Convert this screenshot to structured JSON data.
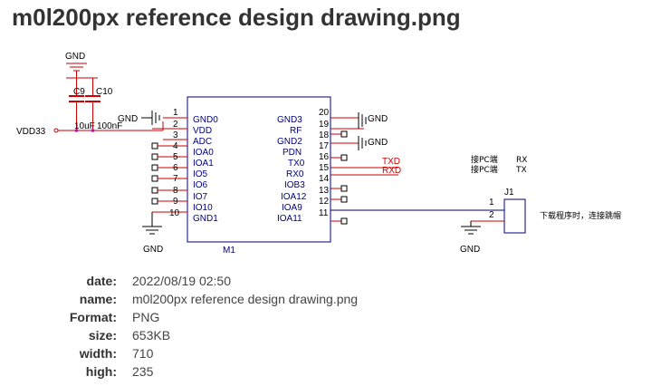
{
  "page": {
    "title": "m0l200px reference design drawing.png"
  },
  "schematic": {
    "power": {
      "gnd_top": "GND",
      "gnd_pin1": "GND",
      "gnd_pin19": "GND",
      "gnd_pin17": "GND",
      "gnd_bottom_left": "GND",
      "gnd_bottom_right": "GND",
      "vdd": "VDD33"
    },
    "capacitors": {
      "c9_ref": "C9",
      "c10_ref": "C10",
      "c9_value": "10uF",
      "c10_value": "100nF"
    },
    "module": {
      "ref": "M1",
      "left_pins": [
        {
          "num": "1",
          "name": "GND0"
        },
        {
          "num": "2",
          "name": "VDD"
        },
        {
          "num": "3",
          "name": "ADC"
        },
        {
          "num": "4",
          "name": "IOA0"
        },
        {
          "num": "5",
          "name": "IOA1"
        },
        {
          "num": "6",
          "name": "IO5"
        },
        {
          "num": "7",
          "name": "IO6"
        },
        {
          "num": "8",
          "name": "IO7"
        },
        {
          "num": "9",
          "name": "IO10"
        },
        {
          "num": "10",
          "name": "GND1"
        }
      ],
      "right_pins": [
        {
          "num": "20",
          "name": "GND3"
        },
        {
          "num": "19",
          "name": "RF"
        },
        {
          "num": "18",
          "name": "GND2"
        },
        {
          "num": "17",
          "name": "PDN"
        },
        {
          "num": "16",
          "name": "TX0"
        },
        {
          "num": "15",
          "name": "RX0"
        },
        {
          "num": "14",
          "name": "IOB3"
        },
        {
          "num": "13",
          "name": "IOA12"
        },
        {
          "num": "12",
          "name": "IOA9"
        },
        {
          "num": "11",
          "name": "IOA11"
        }
      ]
    },
    "nets": {
      "txd": "TXD",
      "rxd": "RXD"
    },
    "notes": {
      "rx_cn": "接PC端",
      "rx": "RX",
      "tx_cn": "接PC端",
      "tx": "TX",
      "jumper_note": "下载程序时，连接跳帽"
    },
    "connector": {
      "ref": "J1",
      "pin1": "1",
      "pin2": "2"
    }
  },
  "meta": [
    {
      "key": "date:",
      "value": "2022/08/19 02:50"
    },
    {
      "key": "name:",
      "value": "m0l200px reference design drawing.png"
    },
    {
      "key": "Format:",
      "value": "PNG"
    },
    {
      "key": "size:",
      "value": "653KB"
    },
    {
      "key": "width:",
      "value": "710"
    },
    {
      "key": "high:",
      "value": "235"
    }
  ],
  "colors": {
    "wire": "#cc0000",
    "outline": "#000080",
    "text": "#333333"
  }
}
